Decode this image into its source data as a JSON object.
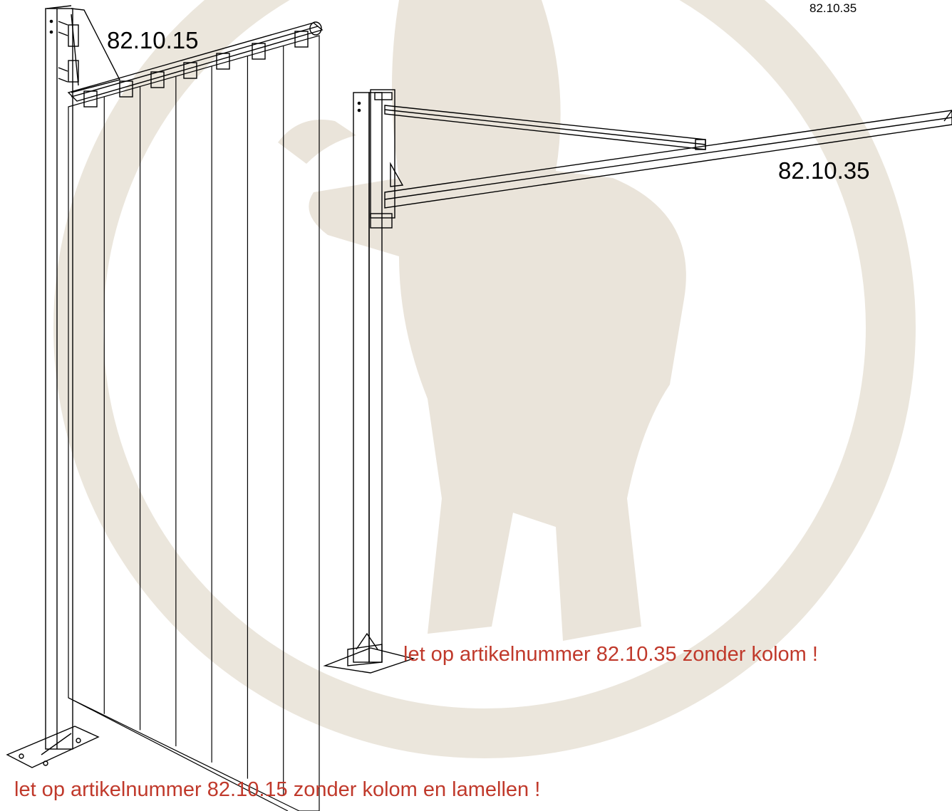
{
  "labels": {
    "top_right_small": "82.10.35",
    "left_assembly": "82.10.15",
    "right_assembly": "82.10.35"
  },
  "notes": {
    "right": "let op artikelnummer 82.10.35 zonder kolom !",
    "left": "let op artikelnummer 82.10.15 zonder kolom en lamellen !"
  },
  "colors": {
    "line": "#000000",
    "note_text": "#c0392b",
    "watermark": "#e8e2d6"
  },
  "left_assembly": {
    "strips": 7
  },
  "icons": [
    "post-icon",
    "boom-arm-icon",
    "strip-curtain-icon",
    "watermark-figure-icon"
  ]
}
